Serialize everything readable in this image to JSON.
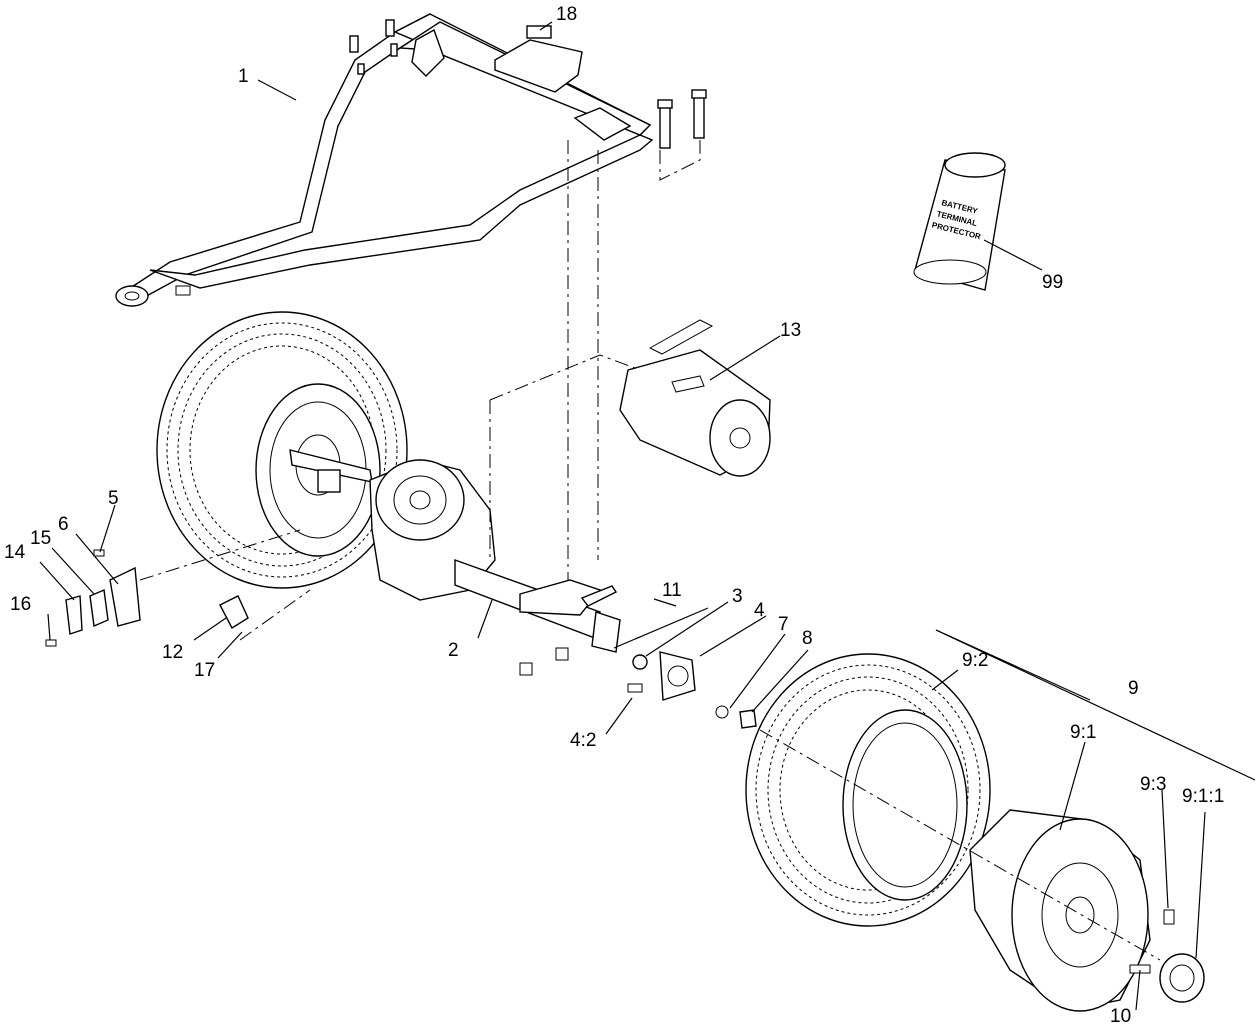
{
  "callouts": {
    "c1": "1",
    "c2": "2",
    "c3": "3",
    "c4": "4",
    "c4_2": "4:2",
    "c5": "5",
    "c6": "6",
    "c7": "7",
    "c8": "8",
    "c9": "9",
    "c9_1": "9:1",
    "c9_1_1": "9:1:1",
    "c9_2": "9:2",
    "c9_3": "9:3",
    "c10": "10",
    "c11": "11",
    "c12": "12",
    "c13": "13",
    "c14": "14",
    "c15": "15",
    "c16": "16",
    "c17": "17",
    "c18": "18",
    "c99": "99"
  },
  "can_label": {
    "line1": "BATTERY",
    "line2": "TERMINAL",
    "line3": "PROTECTOR"
  }
}
